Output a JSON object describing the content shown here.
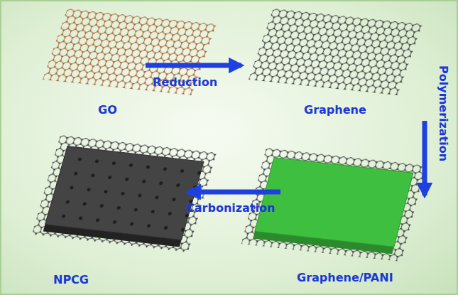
{
  "diagram": {
    "nodes": [
      {
        "text": [
          "GO"
        ]
      },
      {
        "text": [
          "Graphene"
        ]
      },
      {
        "text": [
          "Graphene/PANI"
        ]
      },
      {
        "text": [
          "NPCG"
        ]
      }
    ],
    "edges": [
      {
        "from": 0,
        "to": 1,
        "arrow": "to",
        "label": "Reduction"
      },
      {
        "from": 1,
        "to": 2,
        "arrow": "to",
        "label": "Polymerization"
      },
      {
        "from": 2,
        "to": 3,
        "arrow": "to",
        "label": "Carbonization"
      }
    ]
  }
}
